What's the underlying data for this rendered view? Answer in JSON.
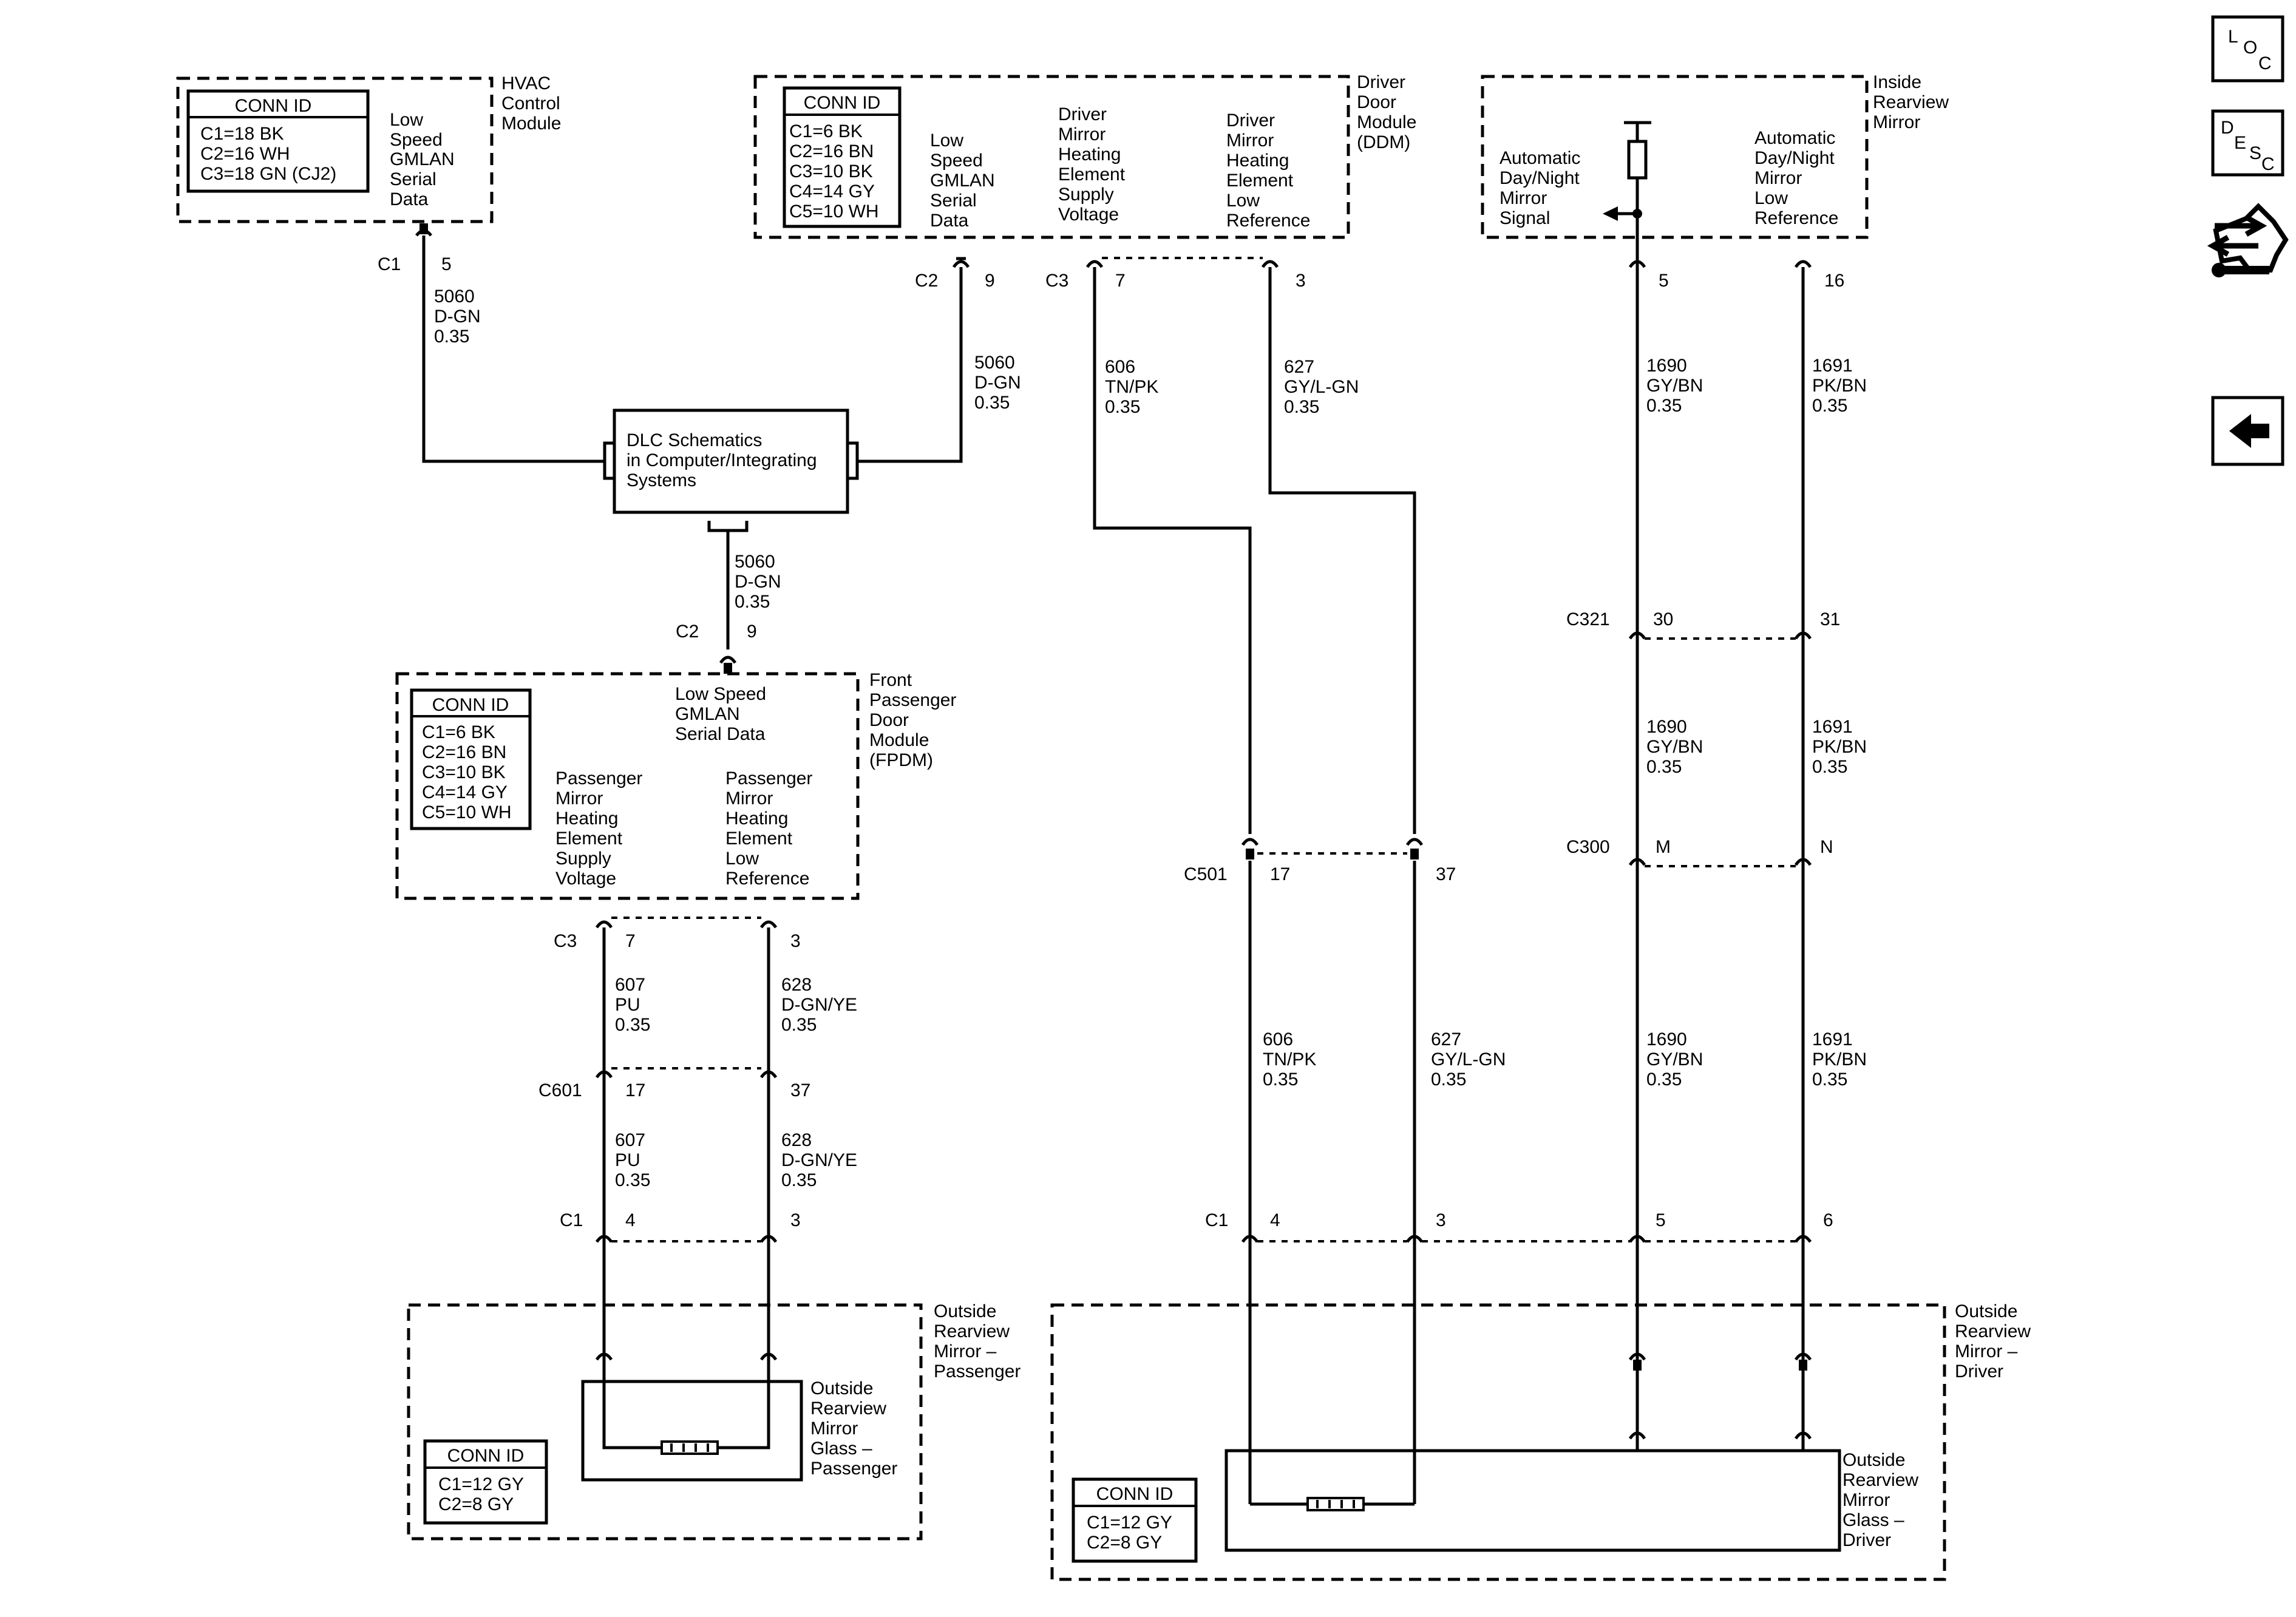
{
  "nav": {
    "loc": [
      "L",
      "O",
      "C"
    ],
    "desc": [
      "D",
      "E",
      "S",
      "C"
    ]
  },
  "hvac": {
    "name": [
      "HVAC",
      "Control",
      "Module"
    ],
    "conn_title": "CONN ID",
    "conn": [
      "C1=18 BK",
      "C2=16 WH",
      "C3=18 GN (CJ2)"
    ],
    "signal": [
      "Low",
      "Speed",
      "GMLAN",
      "Serial",
      "Data"
    ],
    "connector": "C1",
    "pin": "5",
    "wire": [
      "5060",
      "D-GN",
      "0.35"
    ]
  },
  "ddm": {
    "name": [
      "Driver",
      "Door",
      "Module",
      "(DDM)"
    ],
    "conn_title": "CONN ID",
    "conn": [
      "C1=6 BK",
      "C2=16 BN",
      "C3=10 BK",
      "C4=14 GY",
      "C5=10 WH"
    ],
    "sig_gmlan": [
      "Low",
      "Speed",
      "GMLAN",
      "Serial",
      "Data"
    ],
    "sig_supply": [
      "Driver",
      "Mirror",
      "Heating",
      "Element",
      "Supply",
      "Voltage"
    ],
    "sig_low": [
      "Driver",
      "Mirror",
      "Heating",
      "Element",
      "Low",
      "Reference"
    ],
    "c2": "C2",
    "c2_pin": "9",
    "c3": "C3",
    "c3_pin7": "7",
    "c3_pin3": "3",
    "wire_gmlan": [
      "5060",
      "D-GN",
      "0.35"
    ],
    "wire_606": [
      "606",
      "TN/PK",
      "0.35"
    ],
    "wire_627": [
      "627",
      "GY/L-GN",
      "0.35"
    ]
  },
  "dlc": {
    "label": [
      "DLC Schematics",
      "in Computer/Integrating",
      "Systems"
    ],
    "wire_down": [
      "5060",
      "D-GN",
      "0.35"
    ]
  },
  "irm": {
    "name": [
      "Inside",
      "Rearview",
      "Mirror"
    ],
    "sig_signal": [
      "Automatic",
      "Day/Night",
      "Mirror",
      "Signal"
    ],
    "sig_low": [
      "Automatic",
      "Day/Night",
      "Mirror",
      "Low",
      "Reference"
    ],
    "pin5": "5",
    "pin16": "16",
    "wire_1690": [
      "1690",
      "GY/BN",
      "0.35"
    ],
    "wire_1691": [
      "1691",
      "PK/BN",
      "0.35"
    ]
  },
  "c321": {
    "label": "C321",
    "pin_a": "30",
    "pin_b": "31"
  },
  "c300": {
    "label": "C300",
    "pin_a": "M",
    "pin_b": "N"
  },
  "c501": {
    "label": "C501",
    "pin_a": "17",
    "pin_b": "37"
  },
  "fpdm": {
    "name": [
      "Front",
      "Passenger",
      "Door",
      "Module",
      "(FPDM)"
    ],
    "conn_title": "CONN ID",
    "conn": [
      "C1=6 BK",
      "C2=16 BN",
      "C3=10 BK",
      "C4=14 GY",
      "C5=10 WH"
    ],
    "sig_gmlan": [
      "Low Speed",
      "GMLAN",
      "Serial Data"
    ],
    "sig_supply": [
      "Passenger",
      "Mirror",
      "Heating",
      "Element",
      "Supply",
      "Voltage"
    ],
    "sig_low": [
      "Passenger",
      "Mirror",
      "Heating",
      "Element",
      "Low",
      "Reference"
    ],
    "c2": "C2",
    "c2_pin": "9",
    "c3": "C3",
    "c3_pin7": "7",
    "c3_pin3": "3",
    "wire_607": [
      "607",
      "PU",
      "0.35"
    ],
    "wire_628": [
      "628",
      "D-GN/YE",
      "0.35"
    ]
  },
  "c601": {
    "label": "C601",
    "pin_a": "17",
    "pin_b": "37"
  },
  "orm_pass": {
    "name": [
      "Outside",
      "Rearview",
      "Mirror –",
      "Passenger"
    ],
    "glass": [
      "Outside",
      "Rearview",
      "Mirror",
      "Glass –",
      "Passenger"
    ],
    "connector": "C1",
    "pin_a": "4",
    "pin_b": "3",
    "conn_title": "CONN ID",
    "conn": [
      "C1=12 GY",
      "C2=8 GY"
    ]
  },
  "orm_drv": {
    "name": [
      "Outside",
      "Rearview",
      "Mirror –",
      "Driver"
    ],
    "glass": [
      "Outside",
      "Rearview",
      "Mirror",
      "Glass –",
      "Driver"
    ],
    "connector": "C1",
    "pin_a": "4",
    "pin_b": "3",
    "pin_c": "5",
    "pin_d": "6",
    "conn_title": "CONN ID",
    "conn": [
      "C1=12 GY",
      "C2=8 GY"
    ]
  }
}
